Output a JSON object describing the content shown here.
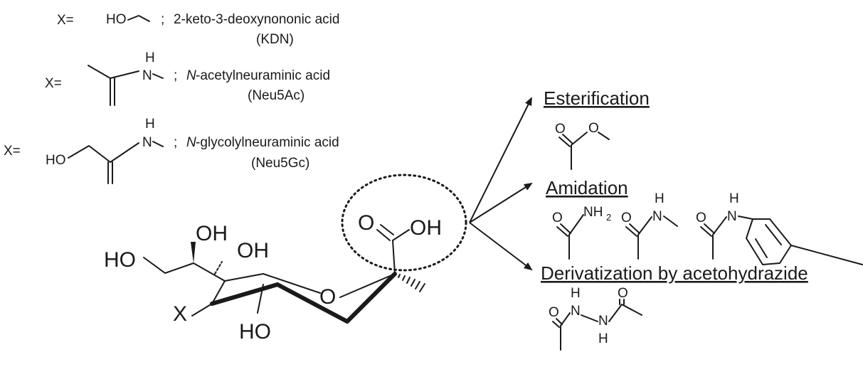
{
  "substituents": [
    {
      "prefix": "X=",
      "group_text": "HO",
      "sep": ";",
      "name_pre": "",
      "name_italic": "",
      "name": "2-keto-3-deoxynononic acid",
      "abbr": "(KDN)"
    },
    {
      "prefix": "X=",
      "atom_h": "H",
      "atom_n": "N",
      "sep": ";",
      "name_italic": "N",
      "name": "-acetylneuraminic acid",
      "abbr": "(Neu5Ac)"
    },
    {
      "prefix": "X=",
      "atom_h": "H",
      "atom_n": "N",
      "atom_o": "HO",
      "sep": ";",
      "name_italic": "N",
      "name": "-glycolylneuraminic acid",
      "abbr": "(Neu5Gc)"
    }
  ],
  "core": {
    "atoms": {
      "oh_top": "OH",
      "oh_mid": "OH",
      "ho_left": "HO",
      "ring_o": "O",
      "x": "X",
      "ho_bottom": "HO",
      "carbonyl_o": "O",
      "acid_oh": "OH"
    }
  },
  "reactions": {
    "esterification": {
      "title": "Esterification",
      "o1": "O",
      "o2": "O"
    },
    "amidation": {
      "title": "Amidation",
      "o1": "O",
      "nh2_n": "NH",
      "nh2_sub": "2",
      "o2": "O",
      "h2": "H",
      "n2": "N",
      "o3": "O",
      "h3": "H",
      "n3": "N"
    },
    "hydrazide": {
      "title": "Derivatization by acetohydrazide",
      "o1": "O",
      "h1": "H",
      "n1": "N",
      "n2": "N",
      "h2": "H",
      "o2": "O"
    }
  }
}
